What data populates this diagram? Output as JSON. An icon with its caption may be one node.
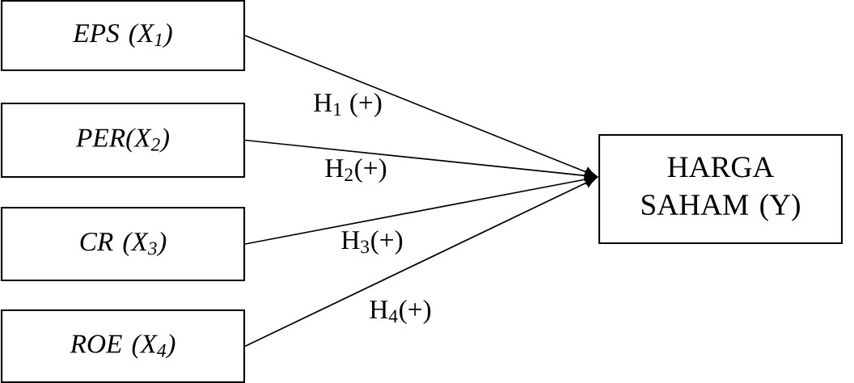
{
  "diagram": {
    "nodes": [
      {
        "text": [
          "EPS (X$_{1}$)"
        ]
      },
      {
        "text": [
          "PER(X$_{2}$)"
        ]
      },
      {
        "text": [
          "CR (X$_{3}$)"
        ]
      },
      {
        "text": [
          "ROE (X$_{4}$)"
        ]
      },
      {
        "text": [
          "HARGA SAHAM (Y)"
        ]
      }
    ],
    "edges": [
      {
        "from": 0,
        "to": 4,
        "arrow": "to",
        "label": "H$_{1}$ (+)"
      },
      {
        "from": 1,
        "to": 4,
        "arrow": "to",
        "label": "H$_{2}$(+)"
      },
      {
        "from": 2,
        "to": 4,
        "arrow": "to",
        "label": "H$_{3}$(+)"
      },
      {
        "from": 3,
        "to": 4,
        "arrow": "to",
        "label": "H$_{4}$(+)"
      }
    ]
  }
}
